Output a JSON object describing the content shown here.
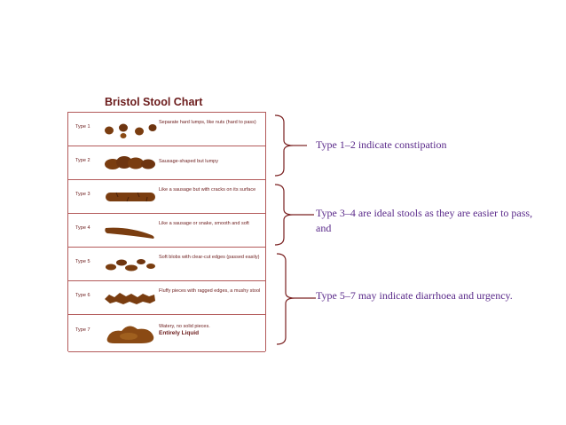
{
  "chart": {
    "title": "Bristol Stool Chart",
    "rows": [
      {
        "type": "Type 1",
        "desc": "Separate hard lumps, like nuts (hard to pass)",
        "strong": ""
      },
      {
        "type": "Type 2",
        "desc": "Sausage-shaped but lumpy",
        "strong": ""
      },
      {
        "type": "Type 3",
        "desc": "Like a sausage but with cracks on its surface",
        "strong": ""
      },
      {
        "type": "Type 4",
        "desc": "Like a sausage or snake, smooth and soft",
        "strong": ""
      },
      {
        "type": "Type 5",
        "desc": "Soft blobs with clear-cut edges (passed easily)",
        "strong": ""
      },
      {
        "type": "Type 6",
        "desc": "Fluffy pieces with ragged edges, a mushy stool",
        "strong": ""
      },
      {
        "type": "Type 7",
        "desc": "Watery, no solid pieces.",
        "strong": "Entirely Liquid"
      }
    ]
  },
  "annotations": {
    "constipation": "Type 1–2 indicate constipation",
    "ideal": "Type 3–4 are ideal stools as they are easier to pass, and",
    "diarrhoea": "Type 5–7 may indicate diarrhoea and urgency."
  },
  "colors": {
    "stool": "#8a4a14",
    "border": "#b35a5a",
    "bracket": "#7a2020",
    "annotation": "#5a2a8a",
    "title": "#6b1b1b"
  }
}
